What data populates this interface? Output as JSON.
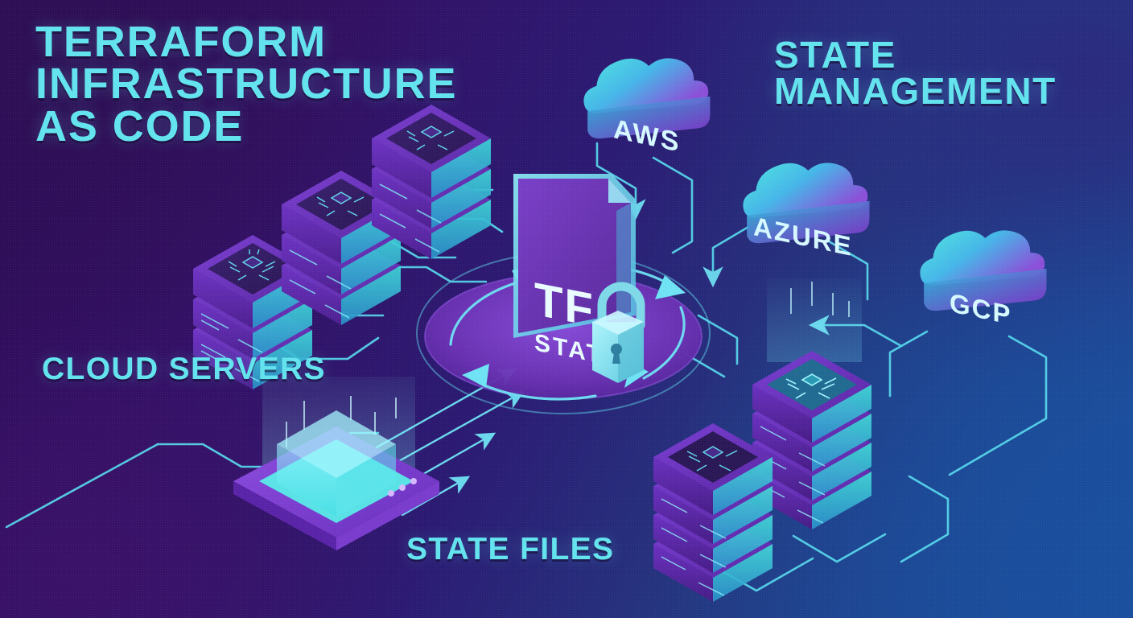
{
  "title": {
    "line1": "TERRAFORM",
    "line2": "INFRASTRUCTURE",
    "line3": "AS CODE"
  },
  "headings": {
    "state_management": "STATE MANAGEMENT",
    "cloud_servers": "CLOUD SERVERS",
    "state_files": "STATE FILES"
  },
  "center": {
    "doc_title": "TF",
    "doc_subtitle": "STATE",
    "lock_icon": "padlock-icon",
    "orbit_icon": "circular-sync-arrows"
  },
  "clouds": [
    {
      "label": "AWS",
      "icon": "cloud-icon"
    },
    {
      "label": "AZURE",
      "icon": "cloud-icon"
    },
    {
      "label": "GCP",
      "icon": "cloud-icon"
    }
  ],
  "servers": {
    "left_stacks": 3,
    "right_stacks": 2,
    "icon": "server-rack-icon"
  },
  "hologram": {
    "icon": "hologram-projector-icon"
  },
  "colors": {
    "accent_cyan": "#63e3ee",
    "line_cyan": "#57d8ec",
    "server_purple": "#7b3fd4",
    "server_dark": "#5a2aa8",
    "bg_purple": "#2d0c54",
    "bg_blue": "#1b4fa0",
    "doc_face": "#6a35b8",
    "label_text": "#bff3fb"
  }
}
